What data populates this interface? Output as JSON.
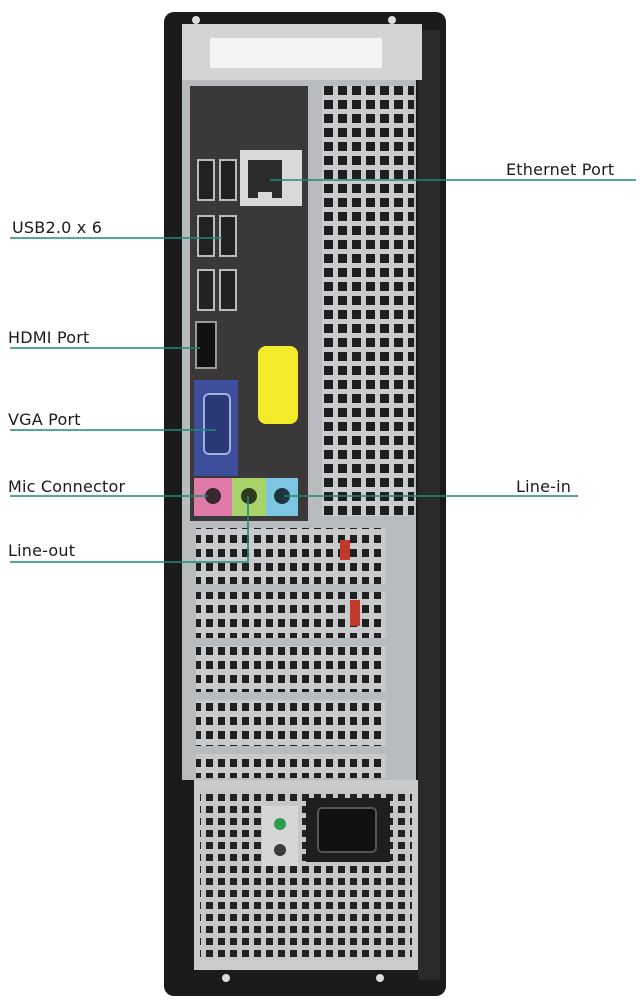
{
  "labels": {
    "ethernet": "Ethernet Port",
    "usb": "USB2.0 x 6",
    "hdmi": "HDMI Port",
    "vga": "VGA Port",
    "mic": "Mic Connector",
    "line_in": "Line-in",
    "line_out": "Line-out"
  },
  "colors": {
    "callout_line": "#1f8a78",
    "chassis": "#1b1b1b",
    "panel_metal": "#b9bcbf",
    "io_plate": "#3a3838",
    "vga_blue": "#3d4f9a",
    "mic_pink": "#e07aa8",
    "line_out_green": "#a8d36a",
    "line_in_blue": "#7dc6e2",
    "sticker_yellow": "#f3ea2a"
  }
}
